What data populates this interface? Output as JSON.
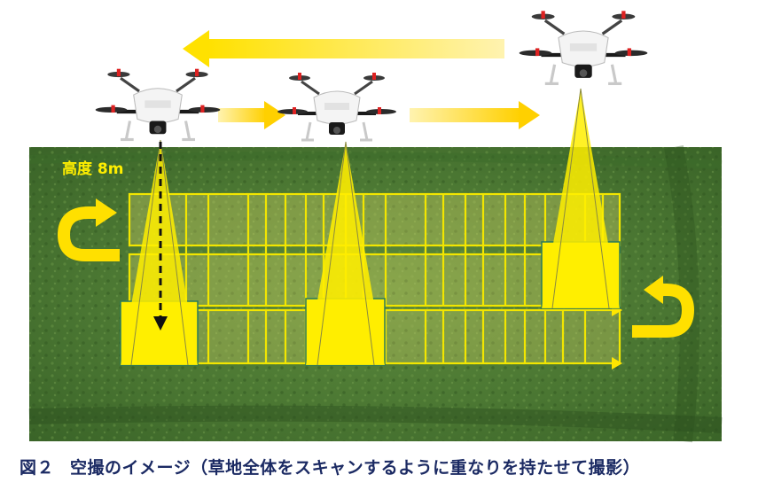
{
  "figure": {
    "altitude_label": "高度 8m",
    "caption_number": "図２",
    "caption_text": "空撮のイメージ（草地全体をスキャンするように重なりを持たせて撮影）"
  },
  "colors": {
    "field_green": "#4f7a34",
    "field_dark": "#2f5a22",
    "footprint_yellow": "#ffee00",
    "arrow_yellow": "#ffd200",
    "caption_navy": "#1b2a63"
  },
  "icons": [
    "drone-icon",
    "u-turn-arrow-icon",
    "flight-direction-arrow-icon"
  ]
}
